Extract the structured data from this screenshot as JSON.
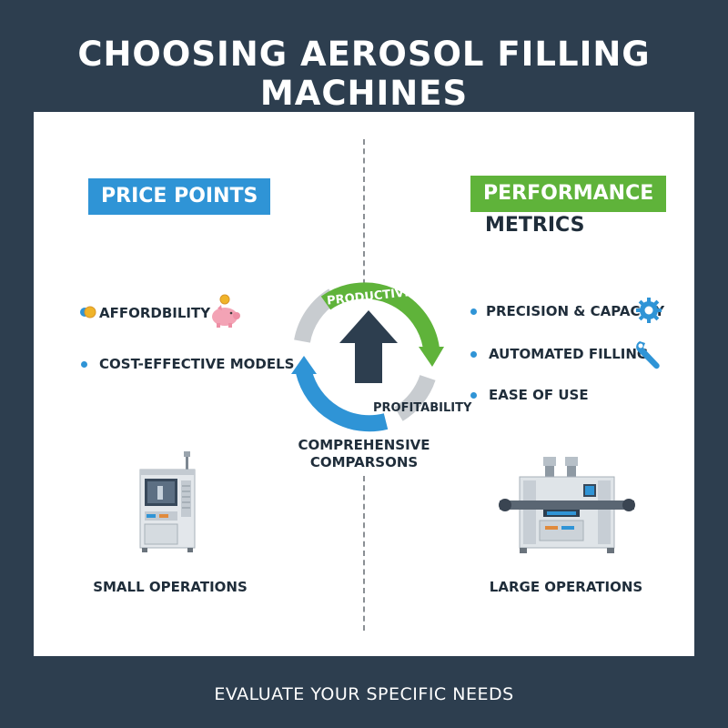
{
  "title": "CHOOSING AEROSOL FILLING MACHINES",
  "left": {
    "badge": "PRICE POINTS",
    "items": [
      "AFFORDBILITY",
      "COST-EFFECTIVE MODELS"
    ],
    "machine_caption": "SMALL OPERATIONS"
  },
  "right": {
    "badge": "PERFORMANCE",
    "subhead": "METRICS",
    "items": [
      "PRECISION & CAPACITY",
      "AUTOMATED FILLING",
      "EASE OF USE"
    ],
    "machine_caption": "LARGE OPERATIONS"
  },
  "center": {
    "top_label": "PRODUCTIVITY",
    "bottom_label": "PROFITABILITY",
    "caption_line1": "COMPREHENSIVE",
    "caption_line2": "COMPARSONS"
  },
  "footer": "EVALUATE YOUR SPECIFIC NEEDS",
  "colors": {
    "background": "#2d3e4f",
    "blue": "#2f94d6",
    "green": "#5fb33a",
    "grey": "#c8ccd0",
    "arrow": "#2d3e4f"
  },
  "icons": [
    "coin-icon",
    "piggy-bank-icon",
    "gear-icon",
    "wrench-icon",
    "arrow-up-icon",
    "small-machine-icon",
    "large-machine-icon"
  ]
}
